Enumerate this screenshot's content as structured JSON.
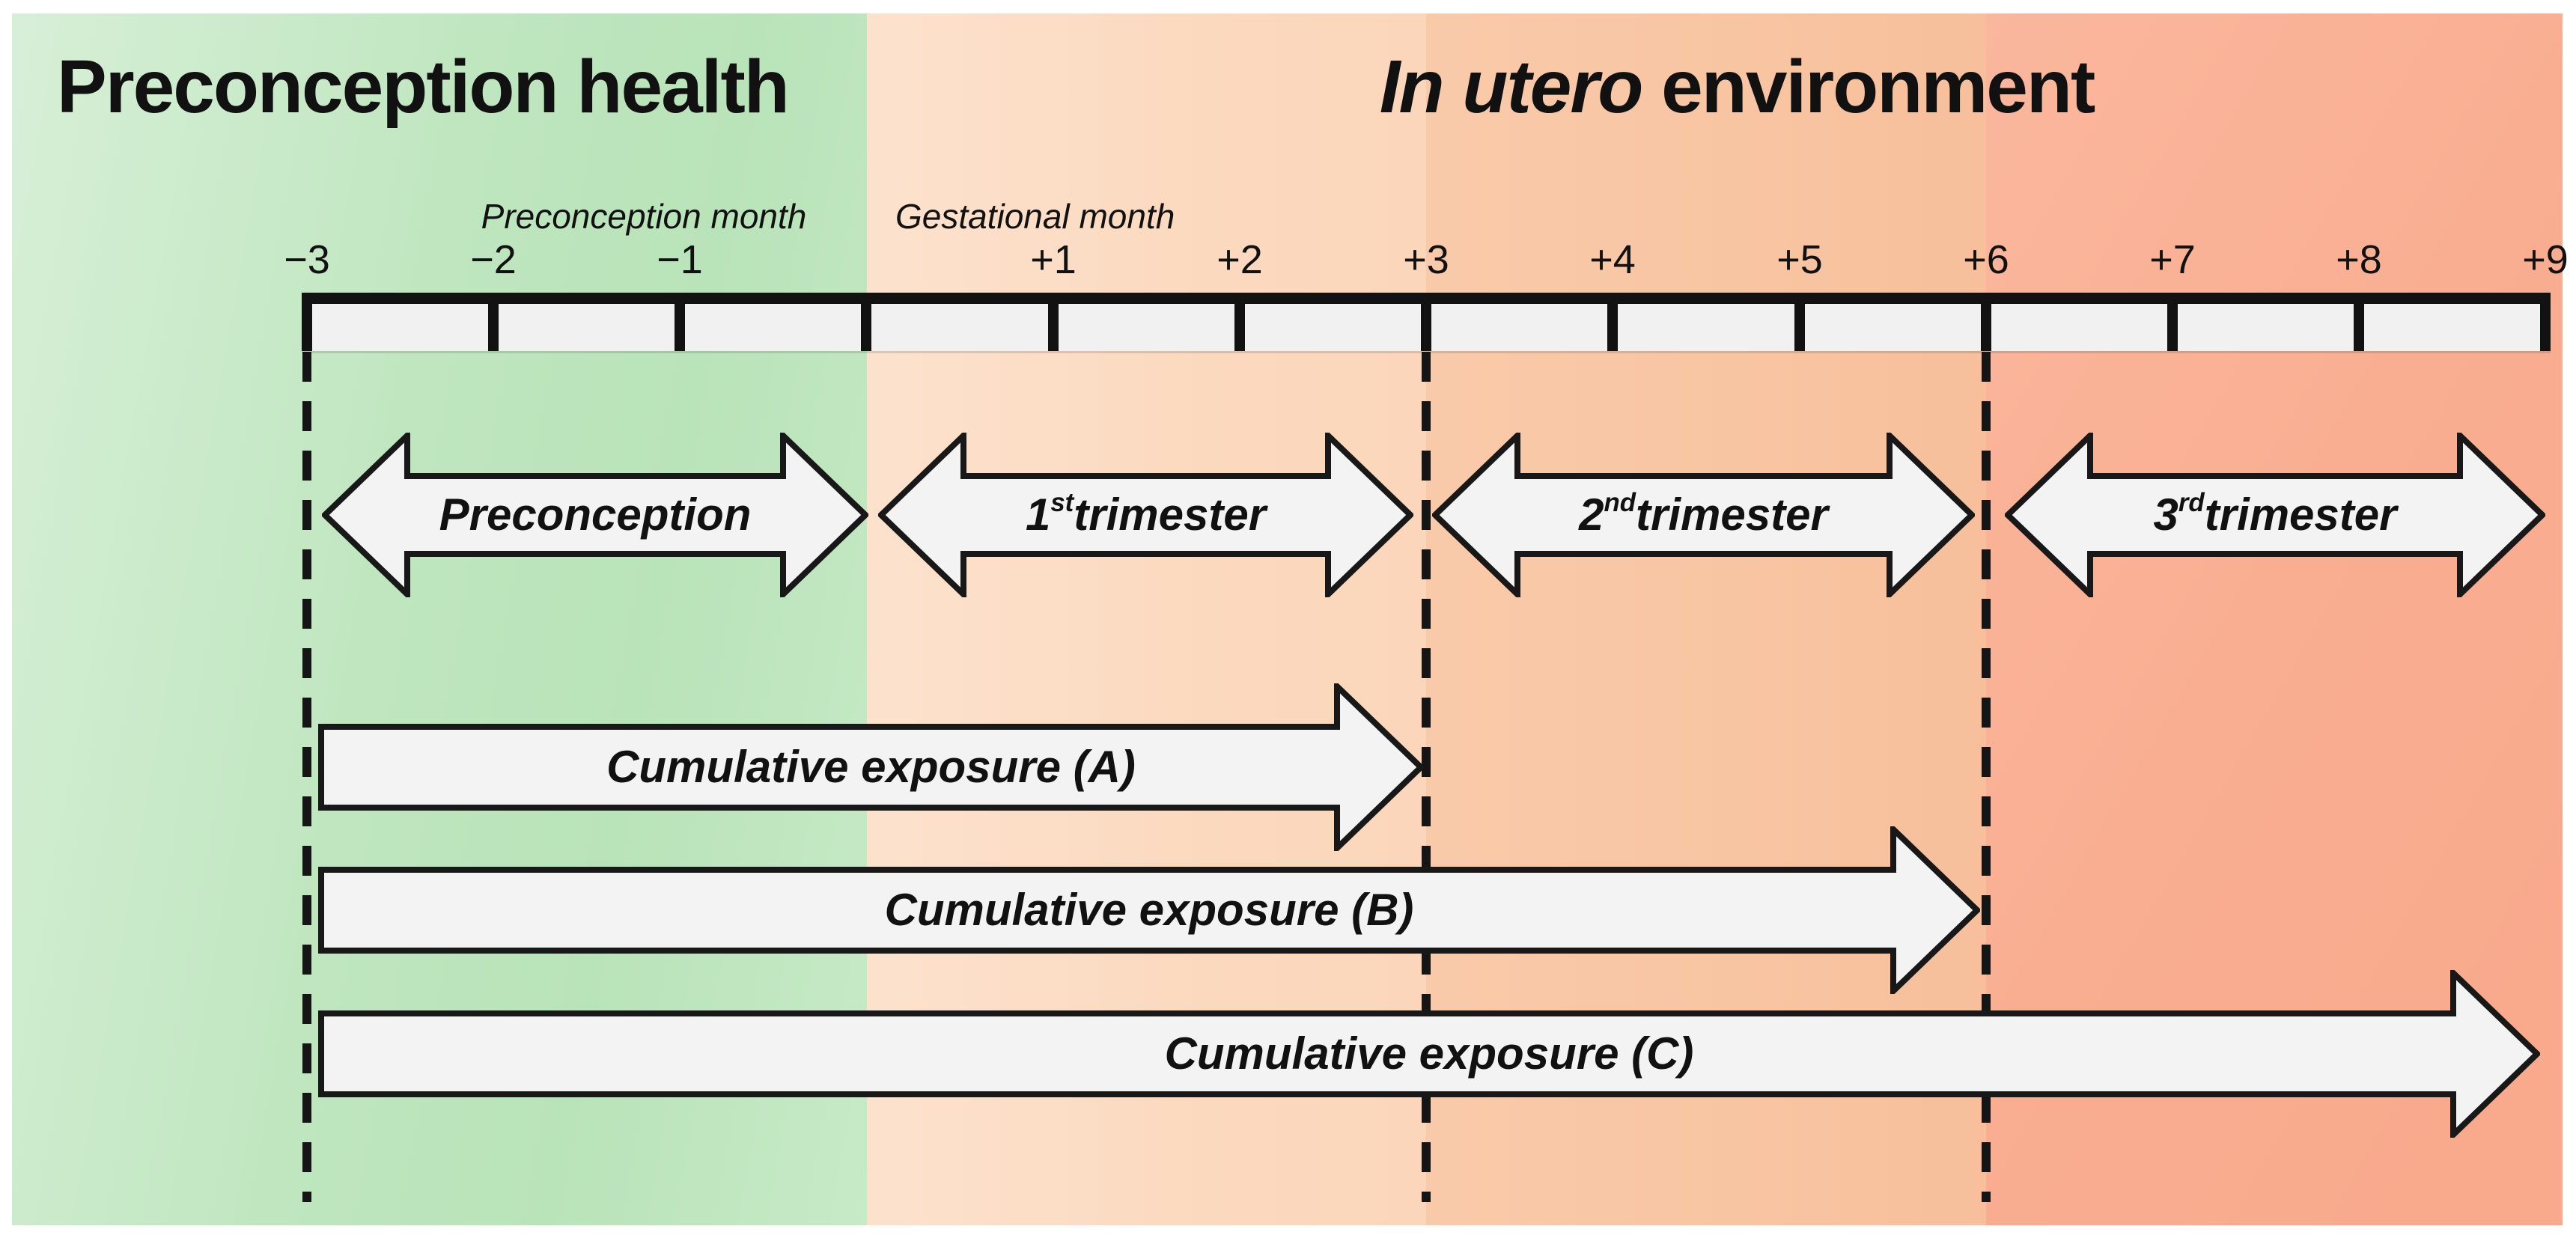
{
  "titles": {
    "left": "Preconception health",
    "right_italic": "In utero",
    "right_rest": " environment"
  },
  "axis": {
    "preconception_caption": "Preconception month",
    "gestational_caption": "Gestational month"
  },
  "ruler": {
    "ticks": [
      {
        "label": "−3"
      },
      {
        "label": "−2"
      },
      {
        "label": "−1"
      },
      {
        "label": ""
      },
      {
        "label": "+1"
      },
      {
        "label": "+2"
      },
      {
        "label": "+3"
      },
      {
        "label": "+4"
      },
      {
        "label": "+5"
      },
      {
        "label": "+6"
      },
      {
        "label": "+7"
      },
      {
        "label": "+8"
      },
      {
        "label": "+9"
      }
    ]
  },
  "arrows": {
    "trimesters": [
      {
        "pre": "Preconception",
        "sup": "",
        "post": ""
      },
      {
        "pre": "1",
        "sup": "st",
        "post": " trimester"
      },
      {
        "pre": "2",
        "sup": "nd",
        "post": " trimester"
      },
      {
        "pre": "3",
        "sup": "rd",
        "post": " trimester"
      }
    ],
    "cumulative": [
      {
        "label": "Cumulative exposure (A)"
      },
      {
        "label": "Cumulative exposure (B)"
      },
      {
        "label": "Cumulative exposure (C)"
      }
    ]
  },
  "colors": {
    "preconception_zone": "#bfe6bf",
    "first_trimester_zone": "#fbd9bf",
    "second_trimester_zone": "#f8c5a2",
    "third_trimester_zone": "#f9ad90",
    "arrow_fill": "#f3f3f3",
    "outline": "#181818",
    "ruler_band": "#f1f1f1"
  }
}
